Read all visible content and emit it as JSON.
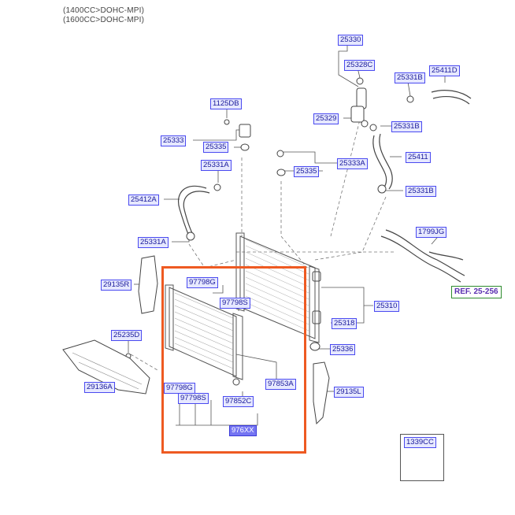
{
  "header": {
    "line1": "(1400CC>DOHC-MPI)",
    "line2": "(1600CC>DOHC-MPI)"
  },
  "labels": {
    "p25330": "25330",
    "p25328c": "25328C",
    "p25331b_a": "25331B",
    "p25411d": "25411D",
    "p1125db": "1125DB",
    "p25329": "25329",
    "p25331b_b": "25331B",
    "p25333": "25333",
    "p25335_a": "25335",
    "p25411": "25411",
    "p25331a_a": "25331A",
    "p25333a": "25333A",
    "p25335_b": "25335",
    "p25331b_c": "25331B",
    "p25412a": "25412A",
    "p1799jg": "1799JG",
    "p25331a_b": "25331A",
    "p29135r": "29135R",
    "p97798g_a": "97798G",
    "p97798s_a": "97798S",
    "p25310": "25310",
    "p25318": "25318",
    "p25235d": "25235D",
    "p25336": "25336",
    "p29136a": "29136A",
    "p97798g_b": "97798G",
    "p97853a": "97853A",
    "p29135l": "29135L",
    "p97798s_b": "97798S",
    "p97852c": "97852C",
    "p976xx": "976XX",
    "p1339cc": "1339CC"
  },
  "reference": {
    "text": "REF. 25-256"
  },
  "colors": {
    "label_border": "#4a4af0",
    "label_fill": "#e6e8ff",
    "label_text": "#1a1a9a",
    "selected_fill": "#7575f2",
    "highlight": "#ee5a22",
    "ref_border": "#2e8b2e",
    "ref_text": "#5a2fb0"
  }
}
